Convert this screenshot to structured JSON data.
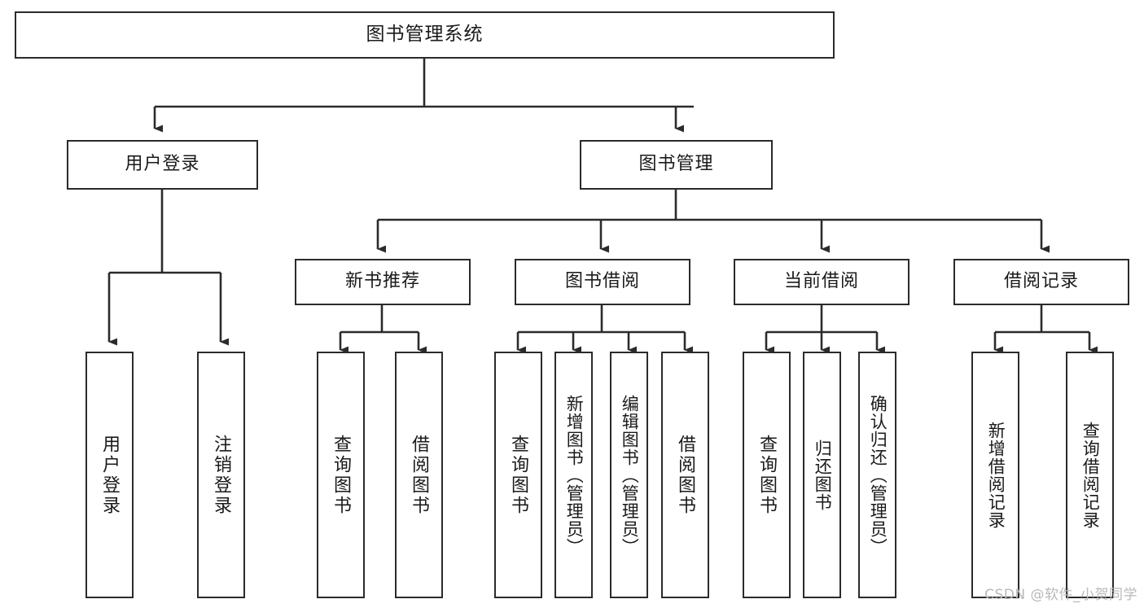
{
  "diagram": {
    "type": "tree-hierarchy",
    "title": "图书管理系统",
    "watermark": "CSDN @软件_小贺同学",
    "colors": {
      "box_border": "#2b2b2b",
      "box_fill": "#ffffff",
      "connector": "#2b2b2b",
      "text": "#1a1a1a",
      "watermark": "#b9b9b9",
      "background": "#ffffff"
    },
    "levels": {
      "root": {
        "label": "图书管理系统"
      },
      "level2": [
        {
          "label": "用户登录"
        },
        {
          "label": "图书管理"
        }
      ],
      "level3": [
        {
          "label": "新书推荐"
        },
        {
          "label": "图书借阅"
        },
        {
          "label": "当前借阅"
        },
        {
          "label": "借阅记录"
        }
      ],
      "leaves": {
        "user_login": [
          {
            "label": "用户登录"
          },
          {
            "label": "注销登录"
          }
        ],
        "new_book": [
          {
            "label": "查询图书"
          },
          {
            "label": "借阅图书"
          }
        ],
        "book_borrow": [
          {
            "label": "查询图书"
          },
          {
            "label": "新增图书（管理员）"
          },
          {
            "label": "编辑图书（管理员）"
          },
          {
            "label": "借阅图书"
          }
        ],
        "current_borrow": [
          {
            "label": "查询图书"
          },
          {
            "label": "归还图书"
          },
          {
            "label": "确认归还（管理员）"
          }
        ],
        "borrow_record": [
          {
            "label": "新增借阅记录"
          },
          {
            "label": "查询借阅记录"
          }
        ]
      }
    }
  }
}
